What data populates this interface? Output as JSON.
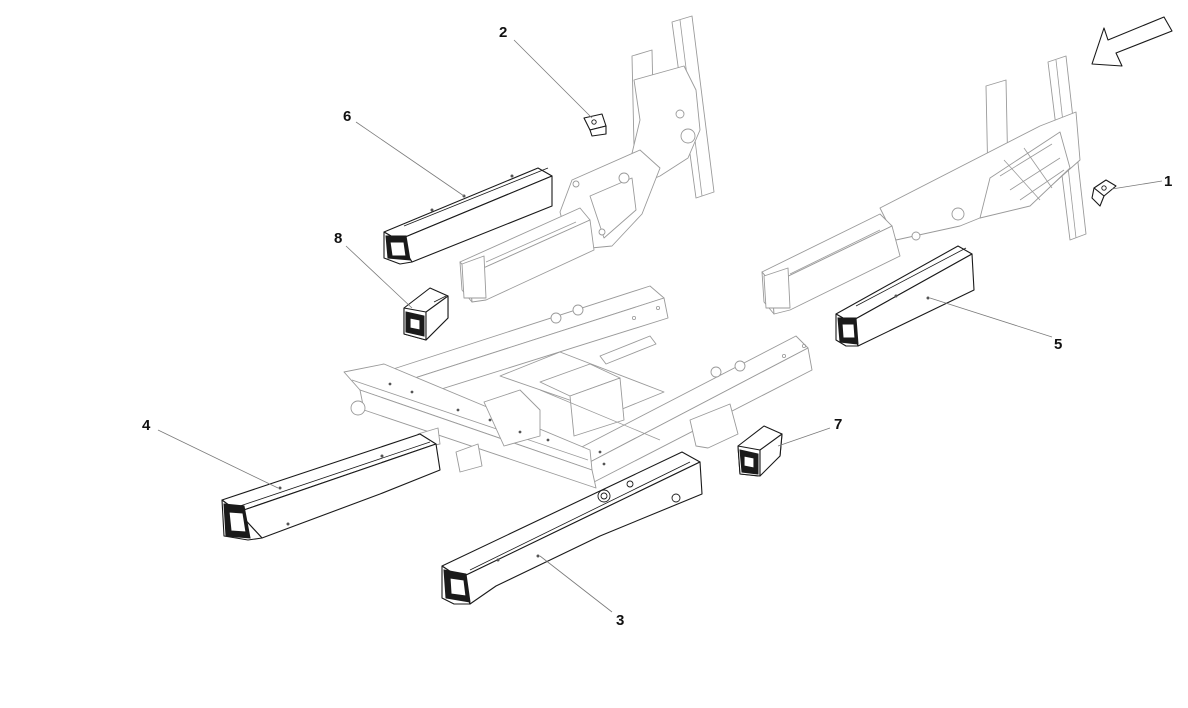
{
  "diagram": {
    "callouts": [
      {
        "id": "1",
        "label": "1"
      },
      {
        "id": "2",
        "label": "2"
      },
      {
        "id": "3",
        "label": "3"
      },
      {
        "id": "4",
        "label": "4"
      },
      {
        "id": "5",
        "label": "5"
      },
      {
        "id": "6",
        "label": "6"
      },
      {
        "id": "7",
        "label": "7"
      },
      {
        "id": "8",
        "label": "8"
      }
    ],
    "direction_arrow": "arrow-icon",
    "colors": {
      "line": "#1a1a1a",
      "faint_line": "#9a9a9a",
      "background": "#ffffff"
    }
  }
}
